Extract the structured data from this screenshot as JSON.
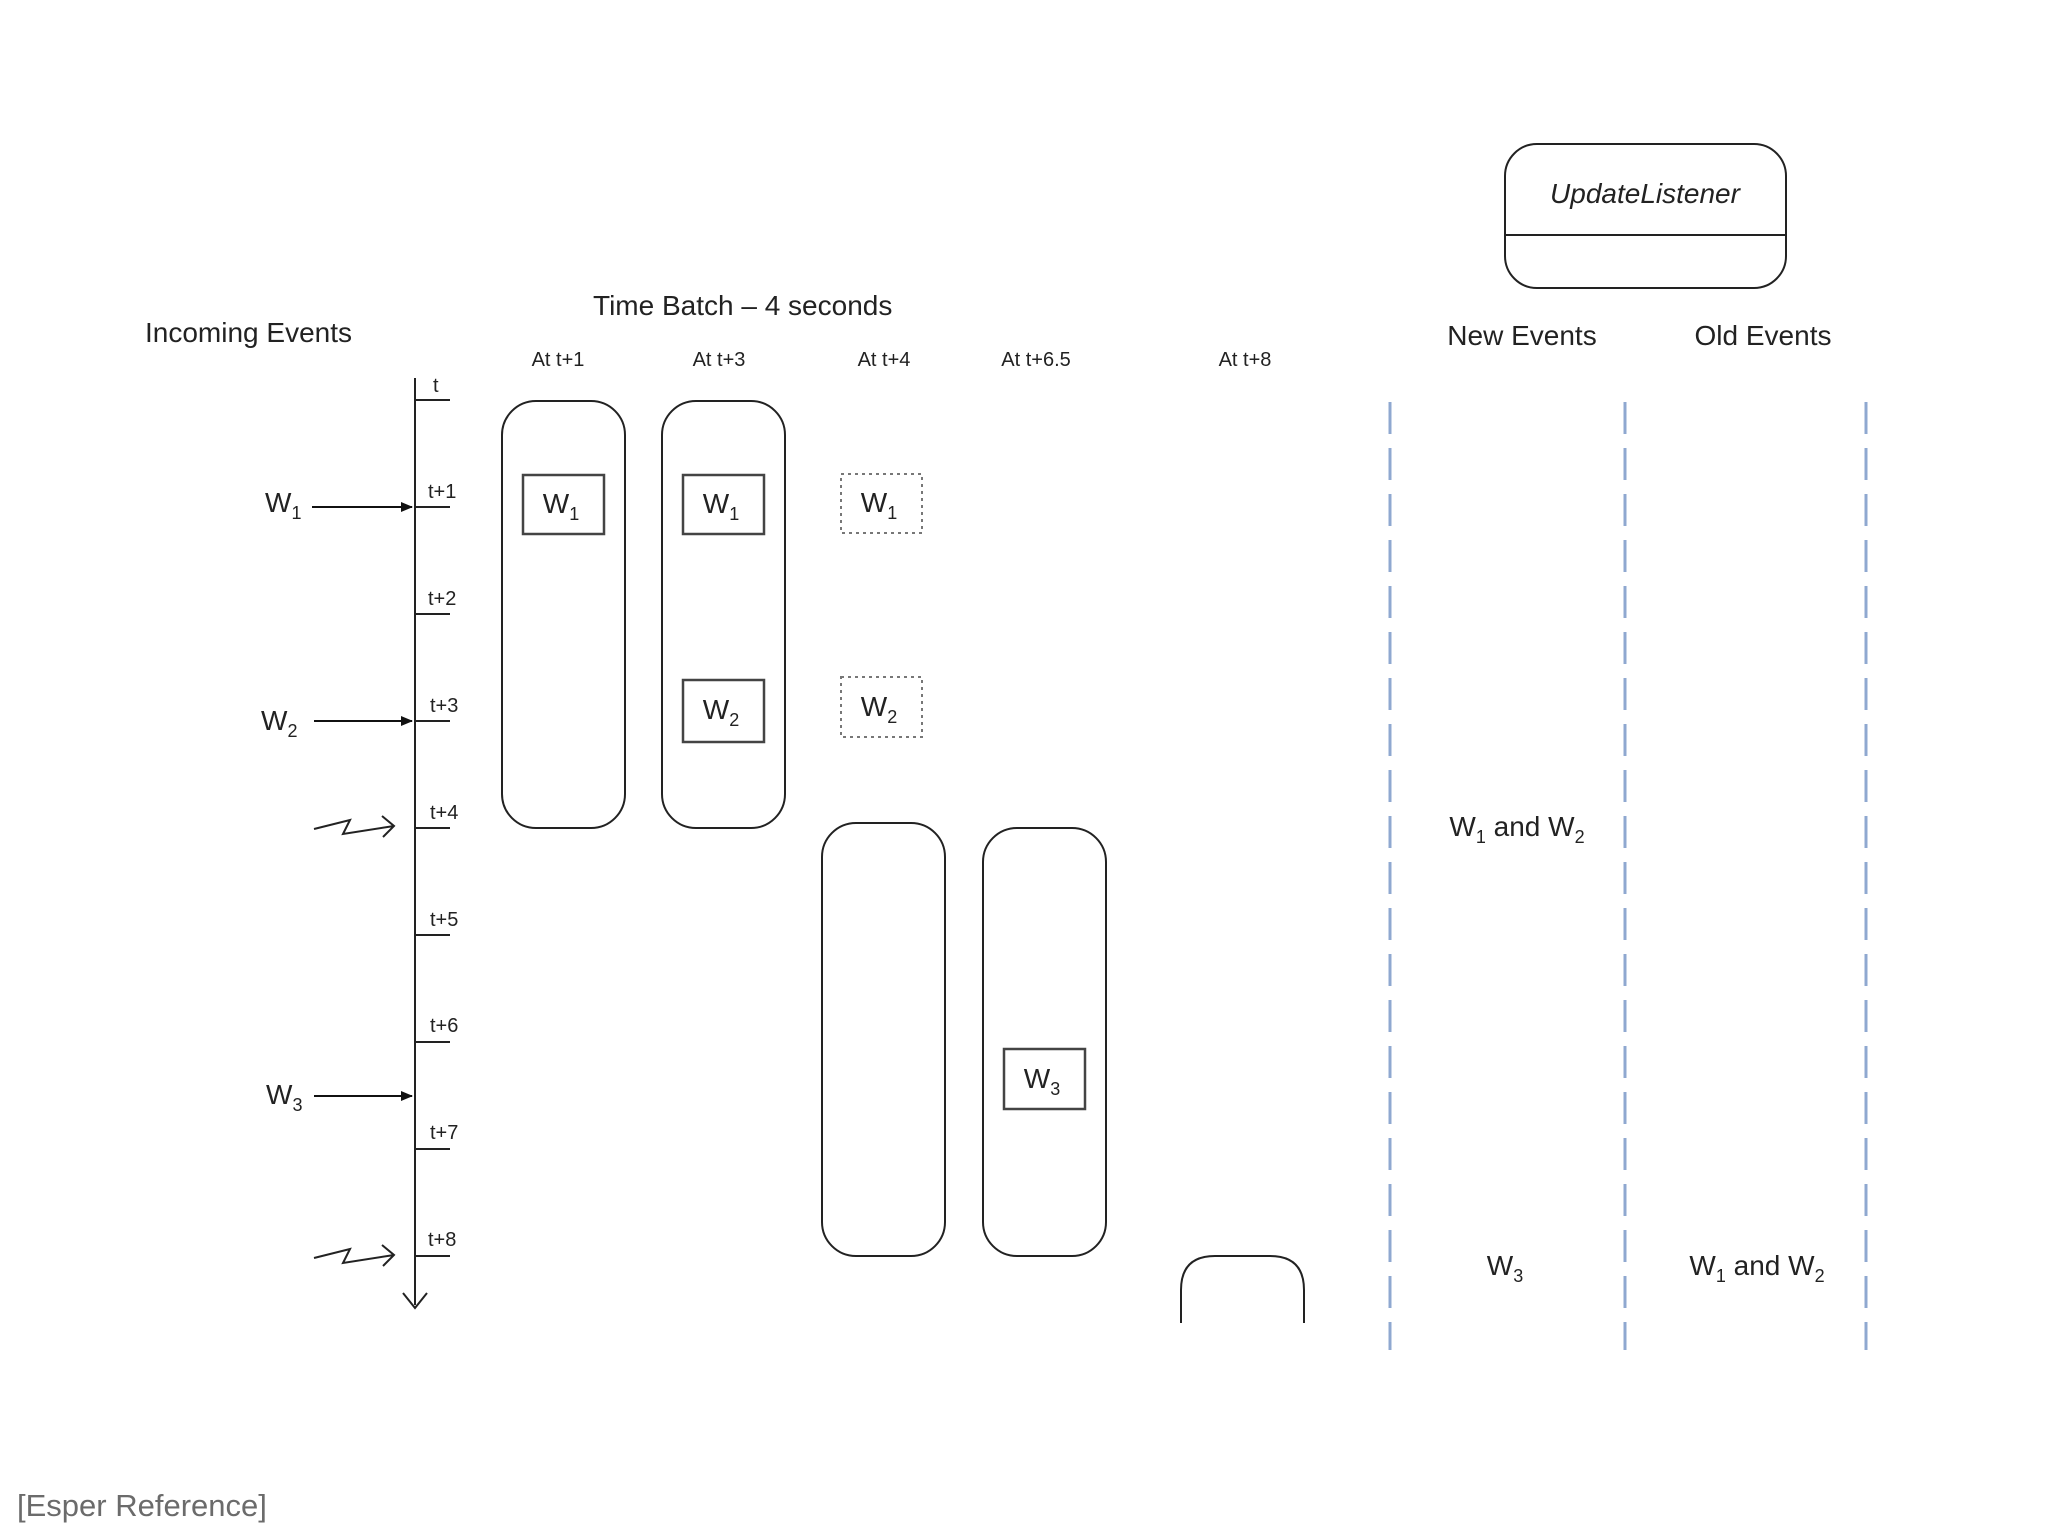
{
  "title": "Time Batch – 4 seconds",
  "incoming_label": "Incoming Events",
  "listener_label": "UpdateListener",
  "new_events_label": "New Events",
  "old_events_label": "Old Events",
  "timeline_ticks": [
    "t",
    "t+1",
    "t+2",
    "t+3",
    "t+4",
    "t+5",
    "t+6",
    "t+7",
    "t+8"
  ],
  "column_headers": [
    "At t+1",
    "At t+3",
    "At t+4",
    "At t+6.5",
    "At t+8"
  ],
  "events": [
    {
      "name": "W",
      "sub": "1",
      "arrives": "t+1"
    },
    {
      "name": "W",
      "sub": "2",
      "arrives": "t+3"
    },
    {
      "name": "W",
      "sub": "3",
      "arrives": "t+6.5"
    }
  ],
  "outputs": {
    "t4_new": {
      "a": "W",
      "a_sub": "1",
      "mid": " and ",
      "b": "W",
      "b_sub": "2"
    },
    "t8_new": {
      "a": "W",
      "a_sub": "3"
    },
    "t8_old": {
      "a": "W",
      "a_sub": "1",
      "mid": " and ",
      "b": "W",
      "b_sub": "2"
    }
  },
  "caption": "[Esper Reference]",
  "colors": {
    "line": "#222222",
    "dashed": "#8fa8d0",
    "dotted": "#777777",
    "caption": "#6b6b6b"
  }
}
